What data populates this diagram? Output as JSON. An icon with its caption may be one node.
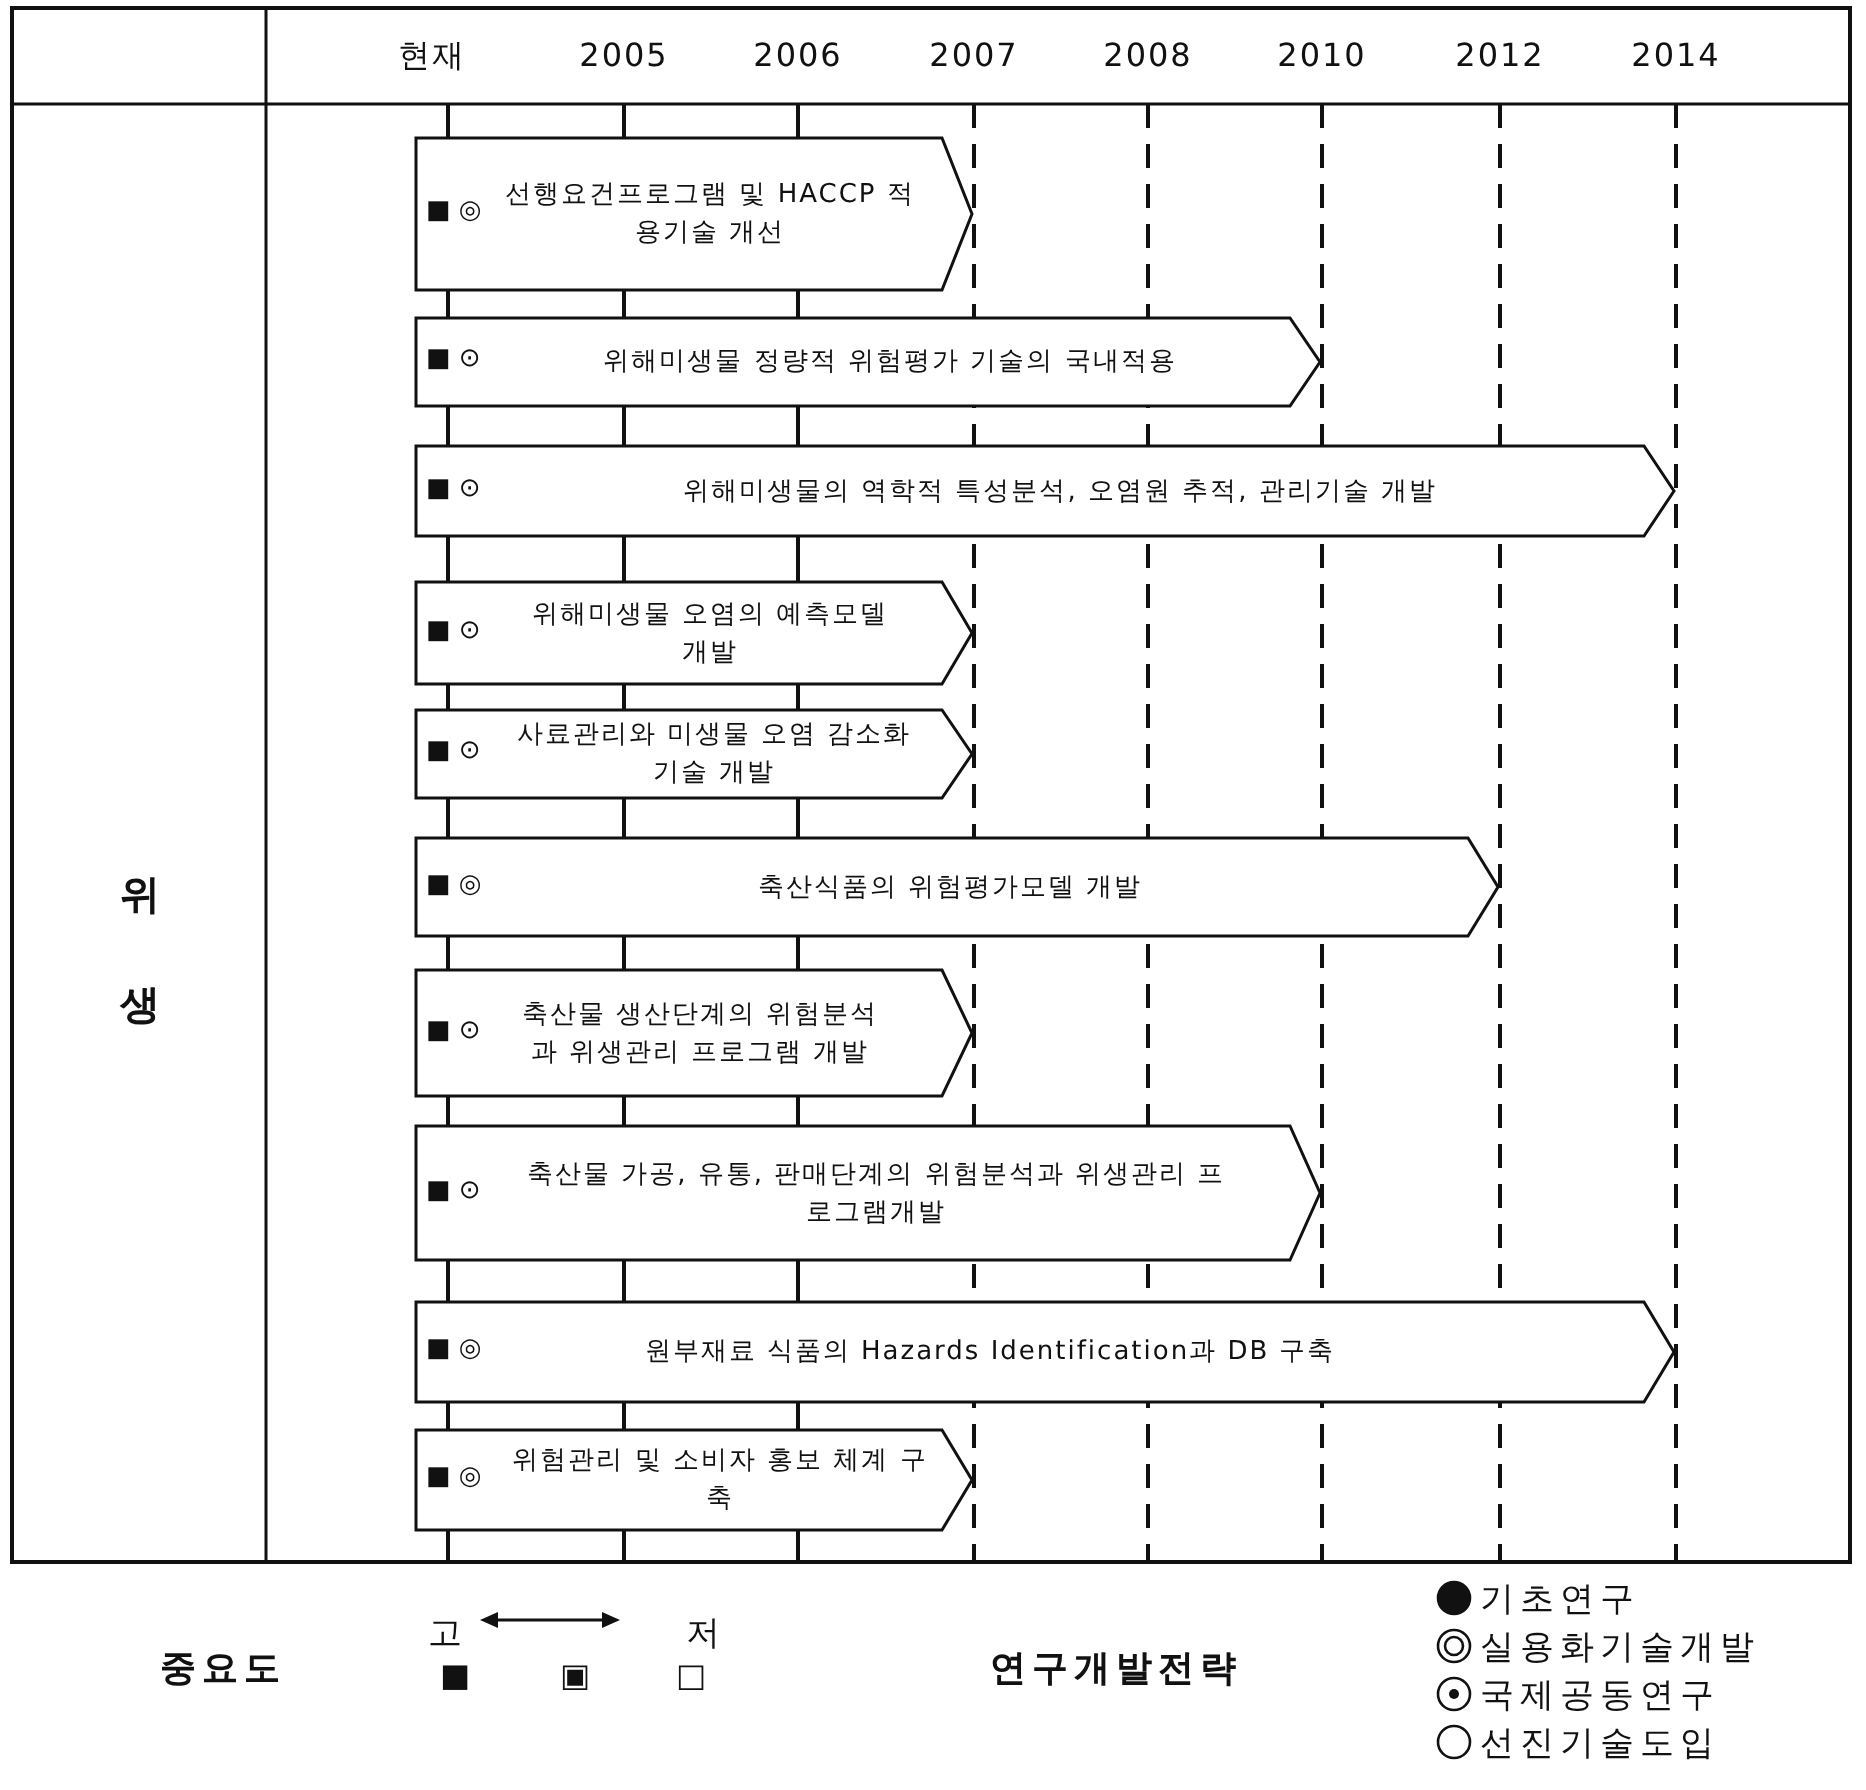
{
  "diagram": {
    "nodes": [
      {
        "text": [
          "■ ◎",
          "선행요건프로그램 및 HACCP 적용기술 개선"
        ]
      },
      {
        "text": [
          "■ ⊙",
          "위해미생물 정량적 위험평가 기술의 국내적용"
        ]
      },
      {
        "text": [
          "■ ⊙",
          "위해미생물의 역학적 특성분석, 오염원 추적, 관리기술 개발"
        ]
      },
      {
        "text": [
          "■ ⊙",
          "위해미생물 오염의 예측모델 개발"
        ]
      },
      {
        "text": [
          "■ ⊙",
          "사료관리와 미생물 오염 감소화 기술 개발"
        ]
      },
      {
        "text": [
          "■ ◎",
          "축산식품의 위험평가모델 개발"
        ]
      },
      {
        "text": [
          "■ ⊙",
          "축산물 생산단계의 위험분석과 위생관리 프로그램 개발"
        ]
      },
      {
        "text": [
          "■ ⊙",
          "축산물 가공, 유통, 판매단계의 위험분석과 위생관리 프로그램개발"
        ]
      },
      {
        "text": [
          "■ ◎",
          "원부재료 식품의 Hazards Identification과 DB 구축"
        ]
      },
      {
        "text": [
          "■ ◎",
          "위험관리 및 소비자 홍보 체계 구축"
        ]
      }
    ],
    "labels": [
      "현재",
      "2005",
      "2006",
      "2007",
      "2008",
      "2010",
      "2012",
      "2014",
      "위생",
      "중요도",
      "고",
      "저",
      "■",
      "▣",
      "□",
      "연구개발전략"
    ],
    "legend": [
      {
        "text": "기초연구"
      },
      {
        "text": "실용화기술개발"
      },
      {
        "text": "국제공동연구"
      },
      {
        "text": "선진기술도입"
      }
    ]
  }
}
